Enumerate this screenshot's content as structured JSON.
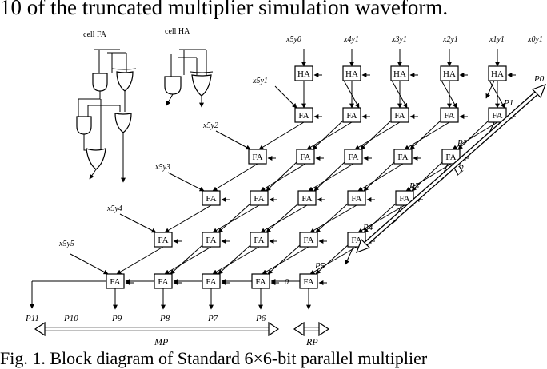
{
  "header_text": "10 of the truncated multiplier simulation waveform.",
  "caption": "Fig. 1. Block diagram of Standard 6×6-bit parallel multiplier",
  "legend": {
    "fa_label": "cell FA",
    "ha_label": "cell HA"
  },
  "cell_types": {
    "fa": "FA",
    "ha": "HA"
  },
  "top_inputs": [
    "x5y0",
    "x4y1",
    "x3y1",
    "x2y1",
    "x1y1",
    "x0y1"
  ],
  "left_inputs": [
    "x5y1",
    "x5y2",
    "x5y3",
    "x5y4",
    "x5y5"
  ],
  "zero_input": "0",
  "outputs": [
    "P11",
    "P10",
    "P9",
    "P8",
    "P7",
    "P6",
    "P5",
    "P4",
    "P3",
    "P2",
    "P1",
    "P0"
  ],
  "regions": {
    "lp": "LP",
    "mp": "MP",
    "rp": "RP"
  }
}
